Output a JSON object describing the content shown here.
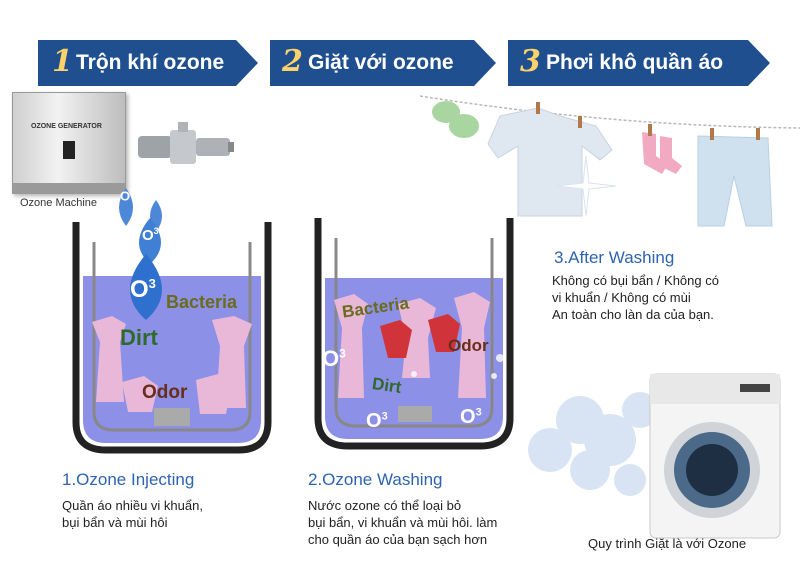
{
  "steps": [
    {
      "number": "1",
      "title": "Trộn khí ozone"
    },
    {
      "number": "2",
      "title": "Giặt với ozone"
    },
    {
      "number": "3",
      "title": "Phơi khô quần áo"
    }
  ],
  "machine": {
    "panel_label": "OZONE GENERATOR",
    "caption": "Ozone Machine"
  },
  "ozone_symbol": {
    "base": "O",
    "sup": "3"
  },
  "tub1_labels": {
    "bacteria": "Bacteria",
    "dirt": "Dirt",
    "odor": "Odor"
  },
  "tub2_labels": {
    "bacteria": "Bacteria",
    "dirt": "Dirt",
    "odor": "Odor"
  },
  "captions": {
    "c1_title": "1.Ozone Injecting",
    "c1_line1": "Quần áo nhiều vi khuẩn,",
    "c1_line2": "bụi bẩn và mùi hôi",
    "c2_title": "2.Ozone Washing",
    "c2_line1": "Nước ozone có thể loại bỏ",
    "c2_line2": "bụi bẩn, vi khuẩn và mùi hôi. làm",
    "c2_line3": "cho quần áo của bạn sạch hơn",
    "c3_title": "3.After Washing",
    "c3_line1": "Không có bụi bẩn / Không có",
    "c3_line2": "vi khuẩn / Không có mùi",
    "c3_line3": "An toàn cho làn da của bạn."
  },
  "washer_caption": "Quy trình Giặt là với Ozone",
  "colors": {
    "banner": "#1f4f8e",
    "banner_number": "#ffd36a",
    "water": "#8c90e6",
    "heading_blue": "#2d63b0"
  }
}
